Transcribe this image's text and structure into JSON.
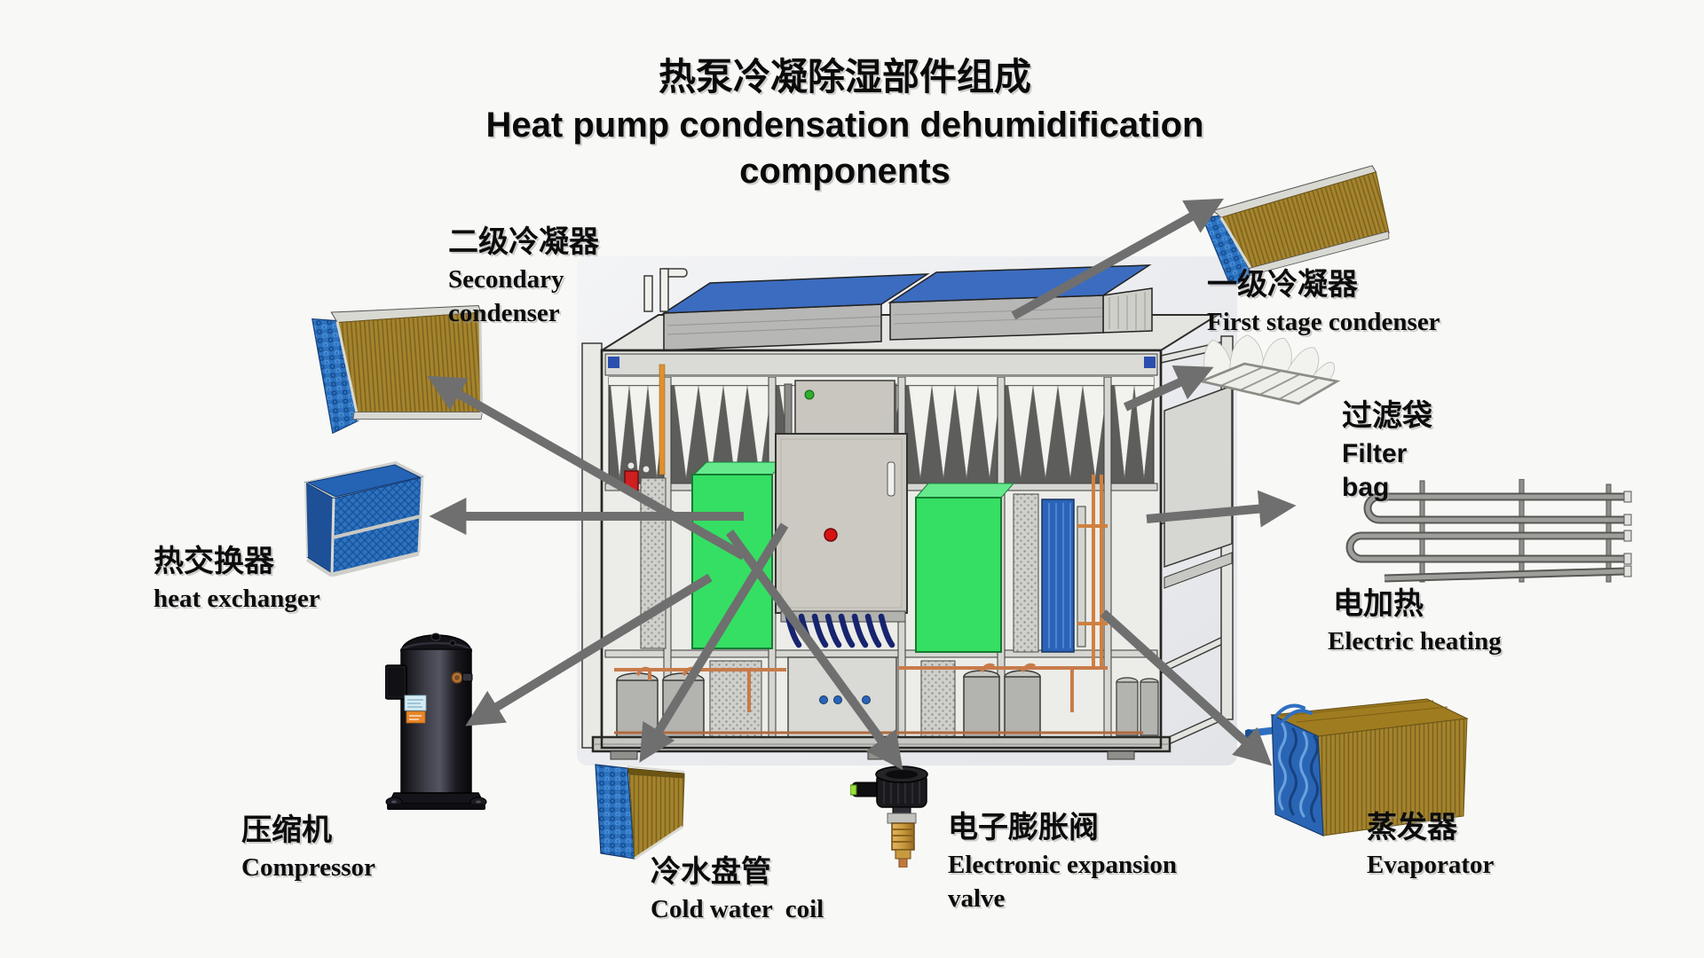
{
  "title": {
    "zh": "热泵冷凝除湿部件组成",
    "en_line1": "Heat pump condensation dehumidification",
    "en_line2": "components"
  },
  "labels": {
    "secondary_condenser": {
      "zh": "二级冷凝器",
      "en1": "Secondary",
      "en2": "condenser"
    },
    "first_condenser": {
      "zh": "一级冷凝器",
      "en1": "First stage condenser"
    },
    "filter_bag": {
      "zh": "过滤袋",
      "en1": "Filter",
      "en2": "bag"
    },
    "electric_heating": {
      "zh": "电加热",
      "en1": "Electric heating"
    },
    "heat_exchanger": {
      "zh": "热交换器",
      "en1": "heat exchanger"
    },
    "compressor": {
      "zh": "压缩机",
      "en1": "Compressor"
    },
    "cold_water_coil": {
      "zh": "冷水盘管",
      "en1": "Cold water  coil"
    },
    "expansion_valve": {
      "zh": "电子膨胀阀",
      "en1": "Electronic expansion",
      "en2": "valve"
    },
    "evaporator": {
      "zh": "蒸发器",
      "en1": "Evaporator"
    }
  },
  "colors": {
    "background": "#f8f8f6",
    "text": "#0c0c0c",
    "arrow": "#6f6f6f",
    "coil_gold": "#a5842c",
    "coil_blue": "#2a72c2",
    "panel_green": "#35df63",
    "roof_blue": "#3b6cc0",
    "brass": "#c89a40",
    "compressor_black": "#15151a"
  },
  "illustrations": [
    "machine-unit",
    "secondary-condenser",
    "heat-exchanger",
    "compressor",
    "cold-water-coil",
    "expansion-valve",
    "evaporator",
    "first-stage-condenser",
    "filter-bag",
    "electric-heating"
  ]
}
